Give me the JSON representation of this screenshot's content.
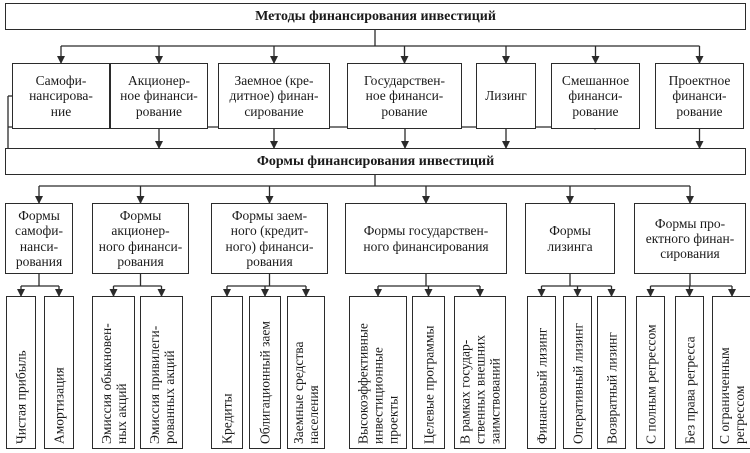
{
  "title_top": "Методы финансирования инвестиций",
  "methods": [
    "Самофи-\nнансирова-\nние",
    "Акционер-\nное финанси-\nрование",
    "Заемное (кре-\nдитное) финан-\nсирование",
    "Государствен-\nное финанси-\nрование",
    "Лизинг",
    "Смешанное\nфинанси-\nрование",
    "Проектное\nфинанси-\nрование"
  ],
  "title_mid": "Формы финансирования инвестиций",
  "forms": [
    {
      "label": "Формы\nсамофи-\nнанси-\nрования",
      "items": [
        "Чистая прибыль",
        "Амортизация"
      ]
    },
    {
      "label": "Формы\nакционер-\nного финанси-\nрования",
      "items": [
        "Эмиссия обыкновен-\nных акций",
        "Эмиссия привилеги-\nрованных акций"
      ]
    },
    {
      "label": "Формы заем-\nного (кредит-\nного) финанси-\nрования",
      "items": [
        "Кредиты",
        "Облигационный заем",
        "Заемные средства\nнаселения"
      ]
    },
    {
      "label": "Формы государствен-\nного финансирования",
      "items": [
        "Высокоэффективные\nинвестиционные\nпроекты",
        "Целевые программы",
        "В рамках государ-\nственных внешних\nзаимствований"
      ]
    },
    {
      "label": "Формы\nлизинга",
      "items": [
        "Финансовый лизинг",
        "Оперативный лизинг",
        "Возвратный лизинг"
      ]
    },
    {
      "label": "Формы про-\nектного финан-\nсирования",
      "items": [
        "С полным регрессом",
        "Без права регресса",
        "С ограниченным\nрегрессом"
      ]
    }
  ]
}
